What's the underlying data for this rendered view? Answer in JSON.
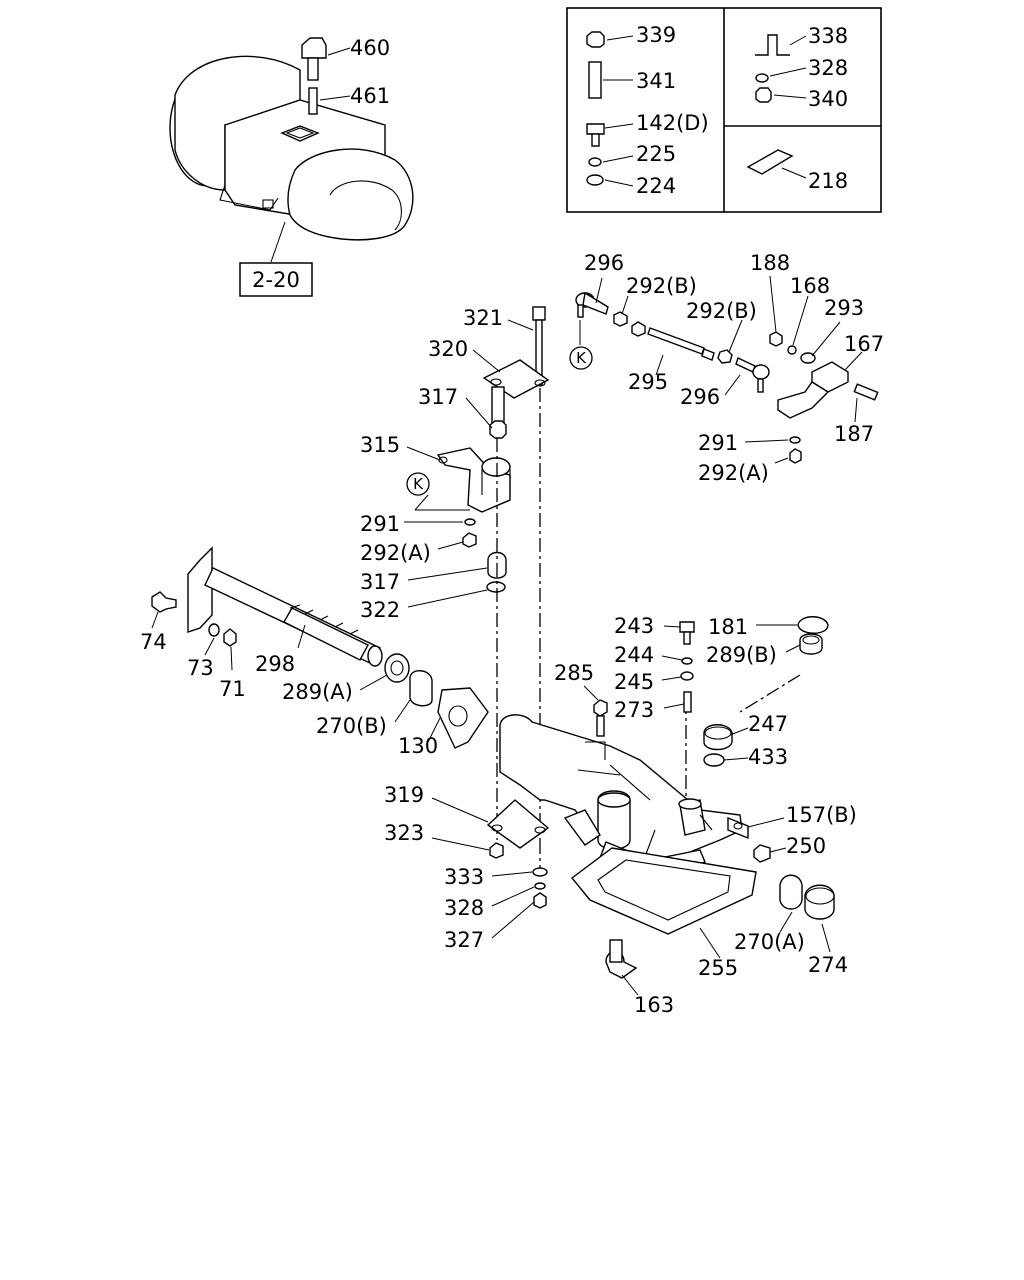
{
  "reference_box": "2-20",
  "key_marker": "K",
  "callouts": [
    {
      "id": "c460",
      "text": "460"
    },
    {
      "id": "c461",
      "text": "461"
    },
    {
      "id": "c339",
      "text": "339"
    },
    {
      "id": "c341",
      "text": "341"
    },
    {
      "id": "c142d",
      "text": "142(D)"
    },
    {
      "id": "c225",
      "text": "225"
    },
    {
      "id": "c224",
      "text": "224"
    },
    {
      "id": "c338",
      "text": "338"
    },
    {
      "id": "c328a",
      "text": "328"
    },
    {
      "id": "c340",
      "text": "340"
    },
    {
      "id": "c218",
      "text": "218"
    },
    {
      "id": "c296a",
      "text": "296"
    },
    {
      "id": "c292ba",
      "text": "292(B)"
    },
    {
      "id": "c188",
      "text": "188"
    },
    {
      "id": "c168",
      "text": "168"
    },
    {
      "id": "c292bb",
      "text": "292(B)"
    },
    {
      "id": "c293",
      "text": "293"
    },
    {
      "id": "c167",
      "text": "167"
    },
    {
      "id": "c321",
      "text": "321"
    },
    {
      "id": "c320",
      "text": "320"
    },
    {
      "id": "c295",
      "text": "295"
    },
    {
      "id": "c296b",
      "text": "296"
    },
    {
      "id": "c317a",
      "text": "317"
    },
    {
      "id": "c187",
      "text": "187"
    },
    {
      "id": "c315",
      "text": "315"
    },
    {
      "id": "c291a",
      "text": "291"
    },
    {
      "id": "c292aa",
      "text": "292(A)"
    },
    {
      "id": "c291b",
      "text": "291"
    },
    {
      "id": "c292ab",
      "text": "292(A)"
    },
    {
      "id": "c317b",
      "text": "317"
    },
    {
      "id": "c322",
      "text": "322"
    },
    {
      "id": "c74",
      "text": "74"
    },
    {
      "id": "c73",
      "text": "73"
    },
    {
      "id": "c71",
      "text": "71"
    },
    {
      "id": "c298",
      "text": "298"
    },
    {
      "id": "c289a",
      "text": "289(A)"
    },
    {
      "id": "c270b",
      "text": "270(B)"
    },
    {
      "id": "c130",
      "text": "130"
    },
    {
      "id": "c243",
      "text": "243"
    },
    {
      "id": "c181",
      "text": "181"
    },
    {
      "id": "c244",
      "text": "244"
    },
    {
      "id": "c289b",
      "text": "289(B)"
    },
    {
      "id": "c285",
      "text": "285"
    },
    {
      "id": "c245",
      "text": "245"
    },
    {
      "id": "c273",
      "text": "273"
    },
    {
      "id": "c247",
      "text": "247"
    },
    {
      "id": "c433",
      "text": "433"
    },
    {
      "id": "c319",
      "text": "319"
    },
    {
      "id": "c157b",
      "text": "157(B)"
    },
    {
      "id": "c323",
      "text": "323"
    },
    {
      "id": "c250",
      "text": "250"
    },
    {
      "id": "c333",
      "text": "333"
    },
    {
      "id": "c328b",
      "text": "328"
    },
    {
      "id": "c327",
      "text": "327"
    },
    {
      "id": "c270a",
      "text": "270(A)"
    },
    {
      "id": "c255",
      "text": "255"
    },
    {
      "id": "c274",
      "text": "274"
    },
    {
      "id": "c163",
      "text": "163"
    }
  ]
}
